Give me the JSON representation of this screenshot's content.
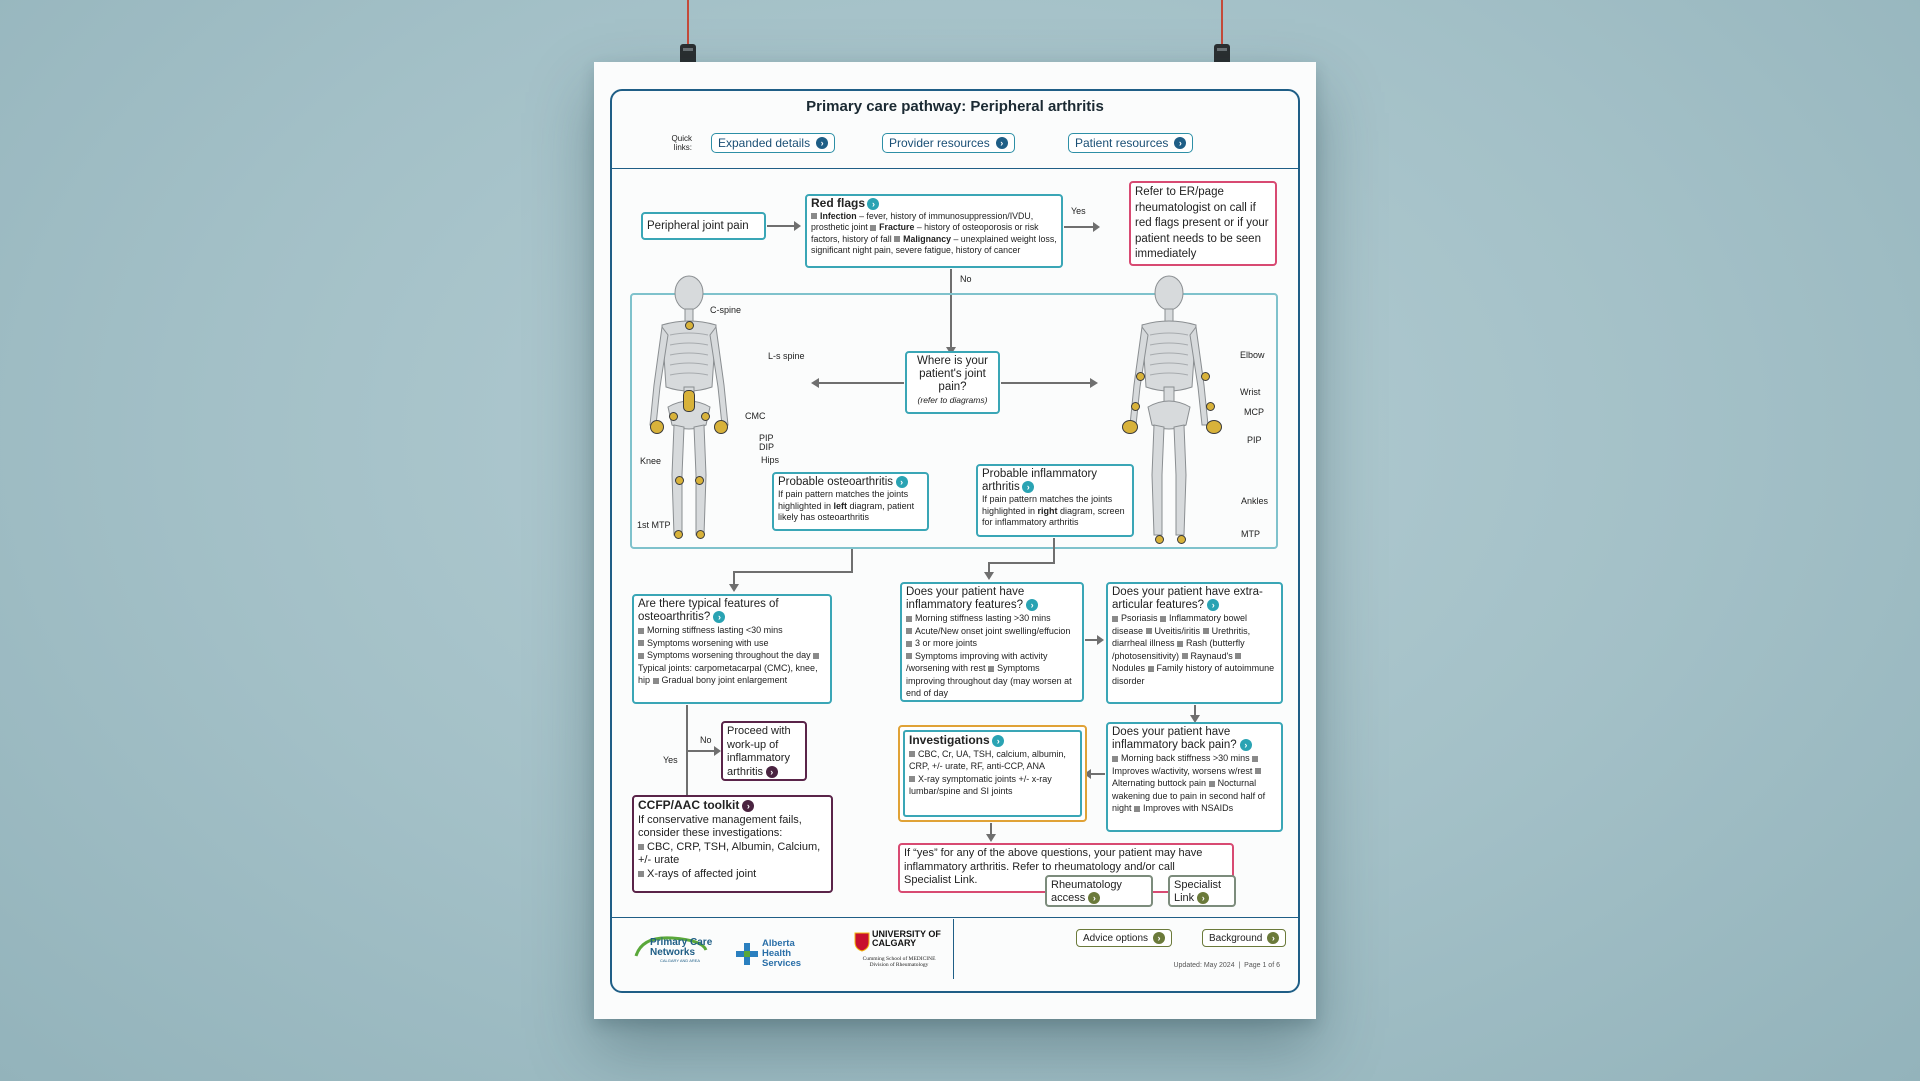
{
  "poster": {
    "title": "Primary care pathway: Peripheral arthritis",
    "quick_links_label": "Quick links:",
    "quick_links": [
      "Expanded details",
      "Provider resources",
      "Patient resources"
    ]
  },
  "flow": {
    "peripheral_joint_pain": "Peripheral joint pain",
    "red_flags": {
      "title": "Red flags",
      "text_1": "Infection",
      "text_2": " – fever, history of immunosuppression/IVDU, prosthetic joint ",
      "text_3": "Fracture",
      "text_4": " – history of osteoporosis or risk factors, history of fall ",
      "text_5": "Malignancy",
      "text_6": " – unexplained weight loss, significant night pain, severe fatigue, history of cancer"
    },
    "yes_label": "Yes",
    "no_label": "No",
    "refer_er": "Refer to ER/page rheumatologist on call if red flags present or if your patient needs to be seen immediately",
    "where_pain": {
      "line1": "Where is your patient's joint pain?",
      "line2": "(refer to diagrams)"
    },
    "left_joints": {
      "c_spine": "C-spine",
      "ls_spine": "L-s spine",
      "cmc": "CMC",
      "pip": "PIP",
      "dip": "DIP",
      "hips": "Hips",
      "knee": "Knee",
      "first_mtp": "1st MTP"
    },
    "right_joints": {
      "elbow": "Elbow",
      "wrist": "Wrist",
      "mcp": "MCP",
      "pip": "PIP",
      "ankles": "Ankles",
      "mtp": "MTP"
    },
    "probable_oa": {
      "title": "Probable osteoarthritis",
      "text_a": "If pain pattern matches the joints highlighted in ",
      "text_b": "left",
      "text_c": " diagram, patient likely has osteoarthritis"
    },
    "probable_ia": {
      "title": "Probable inflammatory arthritis",
      "text_a": "If pain pattern matches the joints highlighted in ",
      "text_b": "right",
      "text_c": " diagram, screen for inflammatory arthritis"
    },
    "oa_features": {
      "title": "Are there typical features of osteoarthritis?",
      "items": [
        "Morning stiffness lasting <30 mins",
        "Symptoms worsening with use",
        "Symptoms worsening throughout the day",
        "Typical joints: carpometacarpal (CMC), knee, hip",
        "Gradual bony joint enlargement"
      ]
    },
    "ia_features": {
      "title": "Does your patient have inflammatory features?",
      "items": [
        "Morning stiffness lasting >30 mins",
        "Acute/New onset joint swelling/effucion",
        "3 or more joints",
        "Symptoms improving with activity /worsening with rest",
        "Symptoms improving throughout day (may worsen at end of day"
      ]
    },
    "extra_articular": {
      "title": "Does your patient have extra-articular features?",
      "items": [
        "Psoriasis",
        "Inflammatory bowel disease",
        "Uveitis/iritis",
        "Urethritis, diarrheal illness",
        "Rash (butterfly /photosensitivity)",
        "Raynaud's",
        "Nodules",
        "Family history of autoimmune disorder"
      ]
    },
    "back_pain": {
      "title": "Does your patient have inflammatory back pain?",
      "items": [
        "Morning back stiffness >30 mins",
        "Improves w/activity, worsens w/rest",
        "Alternating buttock pain",
        "Nocturnal wakening due to pain in second half of night",
        "Improves with NSAIDs"
      ]
    },
    "investigations": {
      "title": "Investigations",
      "items": [
        "CBC, Cr, UA, TSH, calcium, albumin, CRP, +/- urate, RF, anti-CCP, ANA",
        "X-ray symptomatic joints +/- x-ray lumbar/spine and SI joints"
      ]
    },
    "proceed": "Proceed with work-up of inflammatory arthritis",
    "toolkit": {
      "title": "CCFP/AAC toolkit",
      "intro": "If conservative management fails, consider these investigations:",
      "items": [
        "CBC, CRP, TSH, Albumin, Calcium, +/- urate",
        "X-rays of affected joint"
      ]
    },
    "if_yes": "If “yes” for any of the above questions, your patient may have inflammatory arthritis. Refer to rheumatology and/or call Specialist Link.",
    "rheum_access": "Rheumatology access",
    "specialist_link": "Specialist Link"
  },
  "footer": {
    "pcn_logo": "Primary Care Networks",
    "pcn_sub": "CALGARY AND AREA",
    "ahs_logo": "Alberta Health Services",
    "uc_logo": "UNIVERSITY OF CALGARY",
    "uc_sub1": "Cumming School of MEDICINE",
    "uc_sub2": "Division of Rheumatology",
    "advice": "Advice options",
    "background": "Background",
    "updated": "Updated: May 2024  |  Page 1 of 6"
  },
  "colors": {
    "frame": "#1f5e86",
    "teal": "#3aa6b6",
    "pink": "#d84a72",
    "purple": "#5a2449",
    "orange": "#e0a236",
    "wall": "#a3c0c7"
  }
}
